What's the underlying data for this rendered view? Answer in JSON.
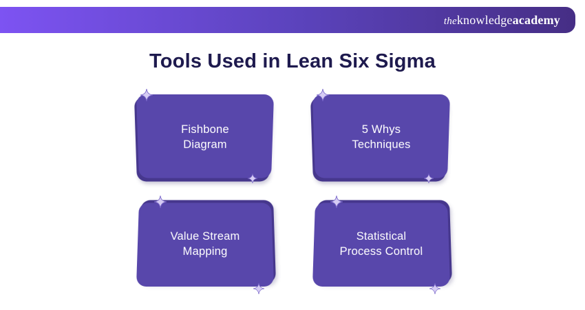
{
  "header": {
    "logo_the": "the",
    "logo_knowledge": "knowledge",
    "logo_academy": "academy"
  },
  "page": {
    "title": "Tools Used in Lean Six Sigma"
  },
  "cards": [
    {
      "name": "fishbone-diagram",
      "line1": "Fishbone",
      "line2": "Diagram"
    },
    {
      "name": "5-whys-techniques",
      "line1": "5 Whys",
      "line2": "Techniques"
    },
    {
      "name": "value-stream-mapping",
      "line1": "Value Stream",
      "line2": "Mapping"
    },
    {
      "name": "statistical-process-control",
      "line1": "Statistical",
      "line2": "Process Control"
    }
  ],
  "colors": {
    "card_front": "#5847AB",
    "card_back": "#46378D",
    "title_text": "#1E1A4E",
    "card_text": "#FFFFFF",
    "header_gradient_start": "#7D53F2",
    "header_gradient_mid": "#5B43BC",
    "header_gradient_end": "#462E85",
    "sparkle_fill": "#D6CCF4",
    "sparkle_stroke": "#7A68C9",
    "background": "#FFFFFF"
  }
}
